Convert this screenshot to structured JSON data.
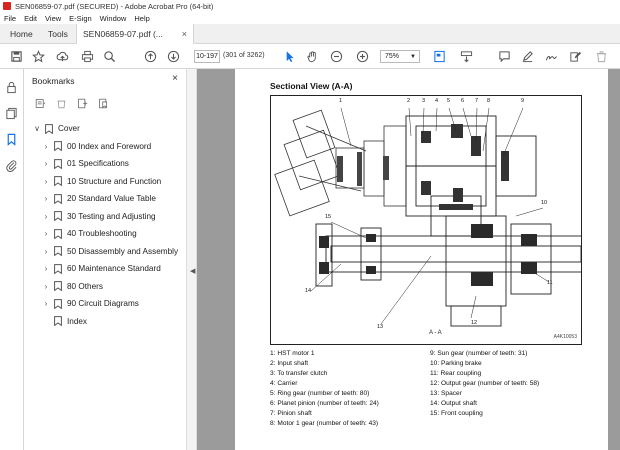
{
  "window": {
    "title": "SEN06859-07.pdf (SECURED) - Adobe Acrobat Pro (64-bit)"
  },
  "menu": [
    "File",
    "Edit",
    "View",
    "E-Sign",
    "Window",
    "Help"
  ],
  "tabs": {
    "home": "Home",
    "tools": "Tools",
    "document": "SEN06859-07.pdf (...",
    "close": "×"
  },
  "toolbar": {
    "page_number": "10-197",
    "page_count": "(301 of 3262)",
    "zoom": "75%"
  },
  "bookmarks_panel": {
    "title": "Bookmarks",
    "close": "×",
    "items": [
      {
        "label": "Cover",
        "level": 0,
        "expand": "∨"
      },
      {
        "label": "00 Index and Foreword",
        "level": 1,
        "expand": "›"
      },
      {
        "label": "01 Specifications",
        "level": 1,
        "expand": "›"
      },
      {
        "label": "10 Structure and Function",
        "level": 1,
        "expand": "›"
      },
      {
        "label": "20 Standard Value Table",
        "level": 1,
        "expand": "›"
      },
      {
        "label": "30 Testing and Adjusting",
        "level": 1,
        "expand": "›"
      },
      {
        "label": "40 Troubleshooting",
        "level": 1,
        "expand": "›"
      },
      {
        "label": "50 Disassembly and Assembly",
        "level": 1,
        "expand": "›"
      },
      {
        "label": "60 Maintenance Standard",
        "level": 1,
        "expand": "›"
      },
      {
        "label": "80 Others",
        "level": 1,
        "expand": "›"
      },
      {
        "label": "90 Circuit Diagrams",
        "level": 1,
        "expand": "›"
      },
      {
        "label": "Index",
        "level": 1,
        "expand": ""
      }
    ]
  },
  "document": {
    "section_title": "Sectional View (A-A)",
    "section_label": "A - A",
    "figure_code": "A4K10053",
    "callouts": [
      "1",
      "2",
      "3",
      "4",
      "5",
      "6",
      "7",
      "8",
      "9",
      "10",
      "11",
      "12",
      "13",
      "14",
      "15"
    ],
    "legend_left": [
      "1: HST motor 1",
      "2: Input shaft",
      "3: To transfer clutch",
      "4: Carrier",
      "5: Ring gear (number of teeth: 80)",
      "6: Planet pinion (number of teeth: 24)",
      "7: Pinion shaft",
      "8: Motor 1 gear (number of teeth: 43)"
    ],
    "legend_right": [
      "9: Sun gear (number of teeth: 31)",
      "10: Parking brake",
      "11: Rear coupling",
      "12: Output gear (number of teeth: 58)",
      "13: Spacer",
      "14: Output shaft",
      "15: Front coupling"
    ]
  },
  "colors": {
    "accent": "#1473e6",
    "viewer_bg": "#9b9b9b",
    "app_red": "#d7261e"
  }
}
